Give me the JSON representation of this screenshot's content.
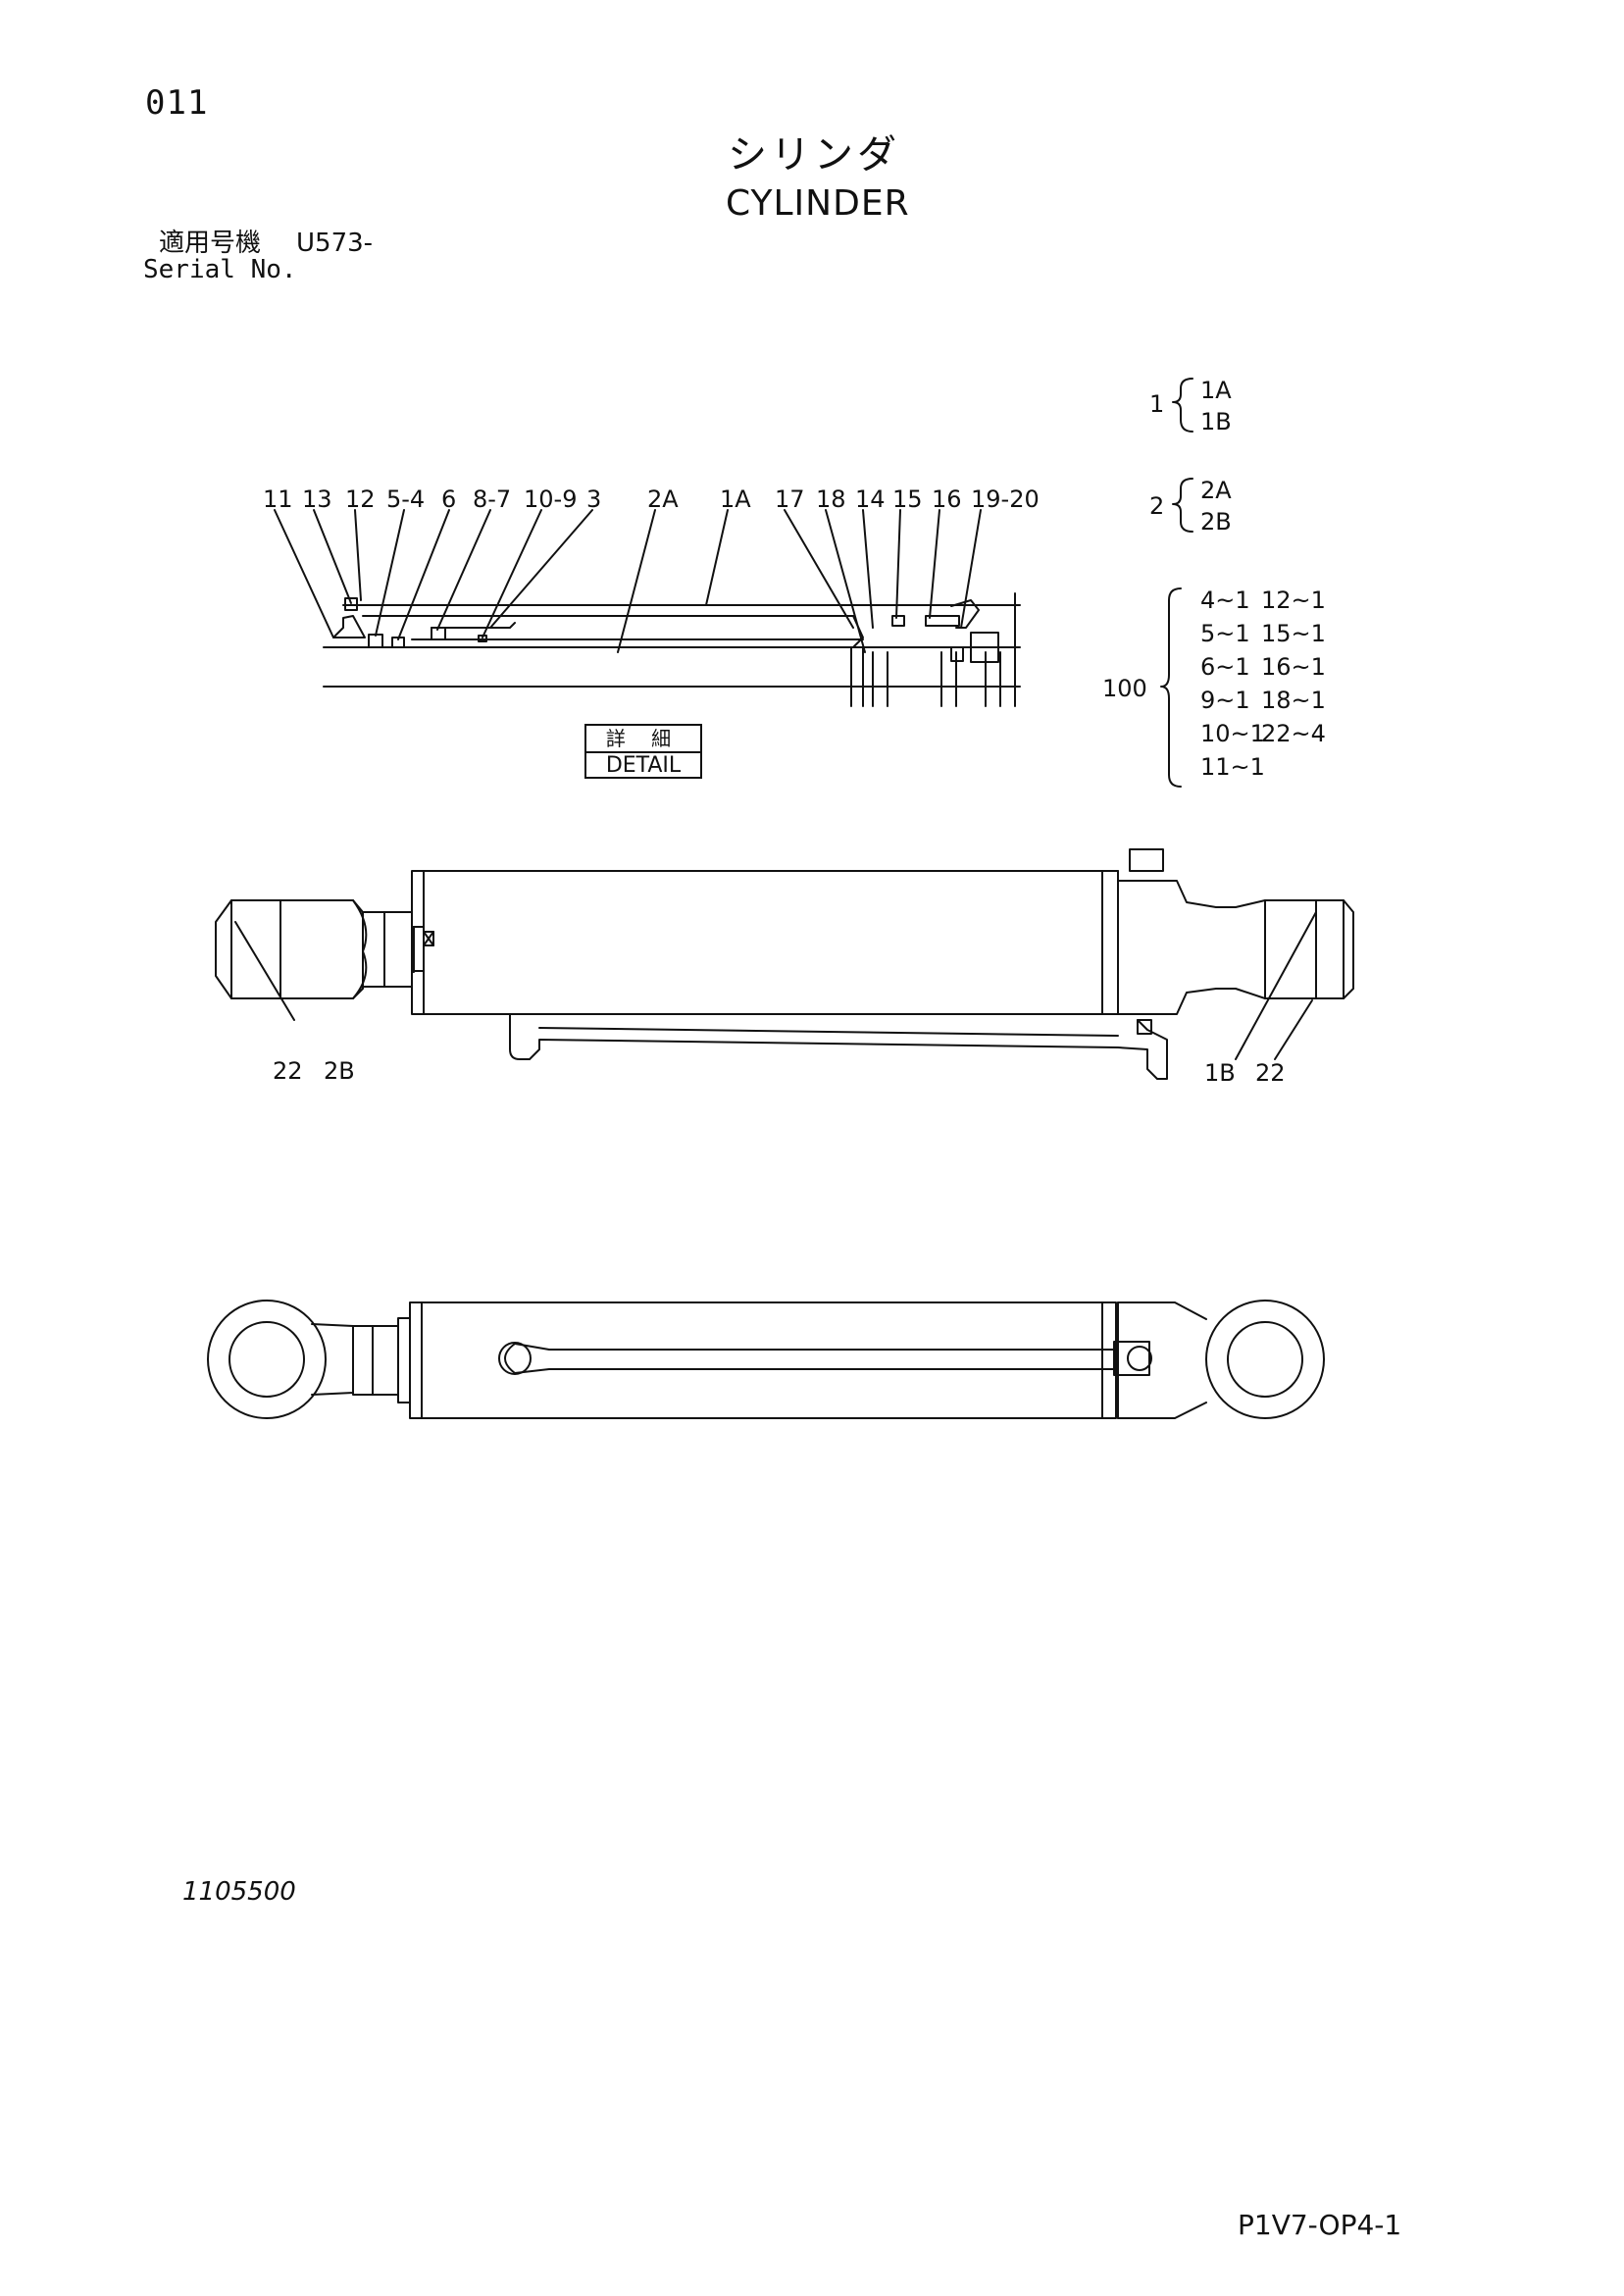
{
  "header": {
    "page_number": "011",
    "title_jp": "シリンダ",
    "title_en": "CYLINDER",
    "serial_label_jp": "適用号機",
    "serial_value": "U573-",
    "serial_label_en": "Serial No."
  },
  "detail_callouts": [
    "11",
    "13",
    "12",
    "5-4",
    "6",
    "8-7",
    "10-9",
    "3",
    "2A",
    "1A",
    "17",
    "18",
    "14",
    "15",
    "16",
    "19-20"
  ],
  "detail_box": {
    "label_jp": "詳 細",
    "label_en": "DETAIL"
  },
  "groups": {
    "g1": {
      "num": "1",
      "items": [
        "1A",
        "1B"
      ]
    },
    "g2": {
      "num": "2",
      "items": [
        "2A",
        "2B"
      ]
    },
    "g100": {
      "num": "100",
      "items": [
        "4~1",
        "12~1",
        "5~1",
        "15~1",
        "6~1",
        "16~1",
        "9~1",
        "18~1",
        "10~1",
        "22~4",
        "11~1"
      ]
    }
  },
  "side_view_labels": {
    "left": [
      "22",
      "2B"
    ],
    "right": [
      "1B",
      "22"
    ]
  },
  "footer": {
    "drawing_number": "1105500",
    "page_code": "P1V7-OP4-1"
  }
}
